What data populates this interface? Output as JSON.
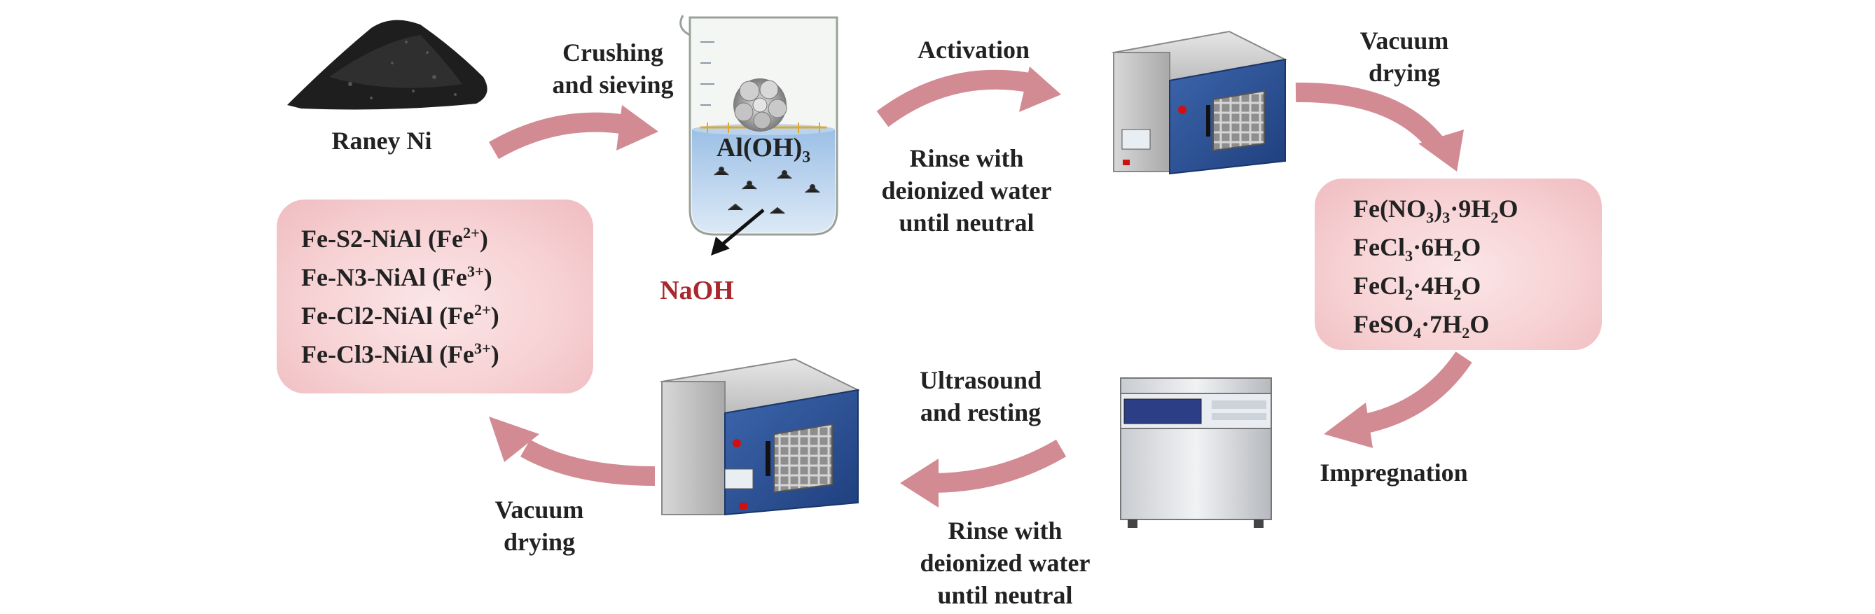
{
  "labels": {
    "raney_ni": "Raney Ni",
    "crushing_1": "Crushing",
    "crushing_2": "and sieving",
    "activation": "Activation",
    "rinse_top_1": "Rinse with",
    "rinse_top_2": "deionized water",
    "rinse_top_3": "until neutral",
    "vacuum_top_1": "Vacuum",
    "vacuum_top_2": "drying",
    "impregnation": "Impregnation",
    "ultrasound_1": "Ultrasound",
    "ultrasound_2": "and resting",
    "rinse_bottom_1": "Rinse with",
    "rinse_bottom_2": "deionized water",
    "rinse_bottom_3": "until neutral",
    "vacuum_bottom_1": "Vacuum",
    "vacuum_bottom_2": "drying",
    "naoh": "NaOH",
    "beaker_label": "Al(OH)",
    "beaker_label_sub": "3"
  },
  "iron_salts": [
    {
      "a": "Fe(NO",
      "s1": "3",
      "b": ")",
      "s2": "3",
      "c": "·9H",
      "s3": "2",
      "d": "O"
    },
    {
      "a": "FeCl",
      "s1": "3",
      "b": "·6H",
      "s2": "2",
      "c": "O"
    },
    {
      "a": "FeCl",
      "s1": "2",
      "b": "·4H",
      "s2": "2",
      "c": "O"
    },
    {
      "a": "FeSO",
      "s1": "4",
      "b": "·7H",
      "s2": "2",
      "c": "O"
    }
  ],
  "products": [
    {
      "name": "Fe-S2-NiAl (Fe",
      "ion": "2+",
      "close": ")"
    },
    {
      "name": "Fe-N3-NiAl (Fe",
      "ion": "3+",
      "close": ")"
    },
    {
      "name": "Fe-Cl2-NiAl (Fe",
      "ion": "2+",
      "close": ")"
    },
    {
      "name": "Fe-Cl3-NiAl (Fe",
      "ion": "3+",
      "close": ")"
    }
  ],
  "colors": {
    "arrow": "#d28b92",
    "box": "#f7d2d4",
    "text": "#222222",
    "naoh": "#a8282e",
    "oven_door": "#2a4f92"
  }
}
